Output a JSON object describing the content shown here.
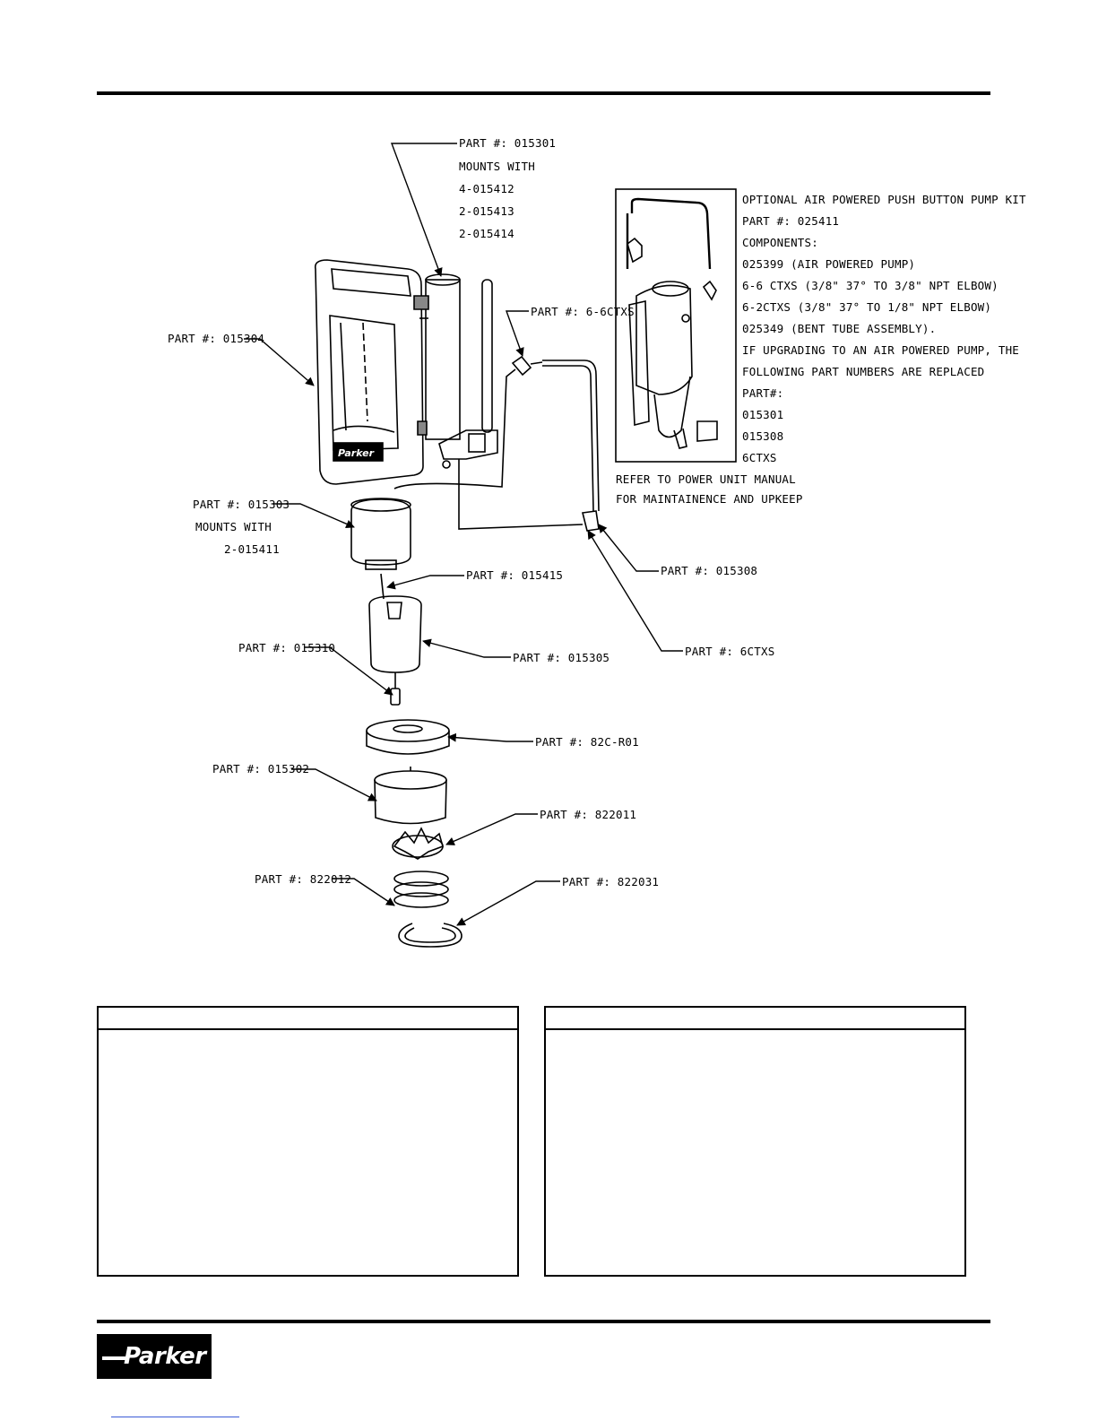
{
  "brand": {
    "logo_text": "Parker"
  },
  "diagram": {
    "callouts": {
      "p015301": [
        "PART #: 015301",
        "MOUNTS WITH",
        "4-015412",
        "2-015413",
        "2-015414"
      ],
      "p015304": "PART #: 015304",
      "p6ctxs_a": "PART #: 6-6CTXS",
      "p015303": [
        "PART #: 015303",
        "MOUNTS WITH",
        "2-015411"
      ],
      "p015415": "PART #: 015415",
      "p015310": "PART #: 015310",
      "p015305": "PART #: 015305",
      "p015308": "PART #: 015308",
      "p6ctxs_b": "PART #: 6CTXS",
      "p82c": "PART #: 82C-R01",
      "p015302": "PART #: 015302",
      "p822011": "PART #: 822011",
      "p822012": "PART #: 822012",
      "p822031": "PART #: 822031",
      "refer_note": [
        "REFER TO POWER UNIT MANUAL",
        "FOR MAINTAINENCE AND UPKEEP"
      ]
    },
    "kit_note": [
      "OPTIONAL AIR POWERED PUSH BUTTON PUMP KIT",
      "PART #: 025411",
      "COMPONENTS:",
      "025399 (AIR POWERED PUMP)",
      "6-6 CTXS (3/8\" 37° TO 3/8\" NPT ELBOW)",
      "6-2CTXS (3/8\" 37° TO 1/8\" NPT ELBOW)",
      "025349 (BENT TUBE ASSEMBLY).",
      "IF UPGRADING TO AN AIR POWERED PUMP, THE",
      "FOLLOWING PART NUMBERS ARE REPLACED",
      "PART#:",
      "015301",
      "015308",
      "6CTXS"
    ]
  }
}
